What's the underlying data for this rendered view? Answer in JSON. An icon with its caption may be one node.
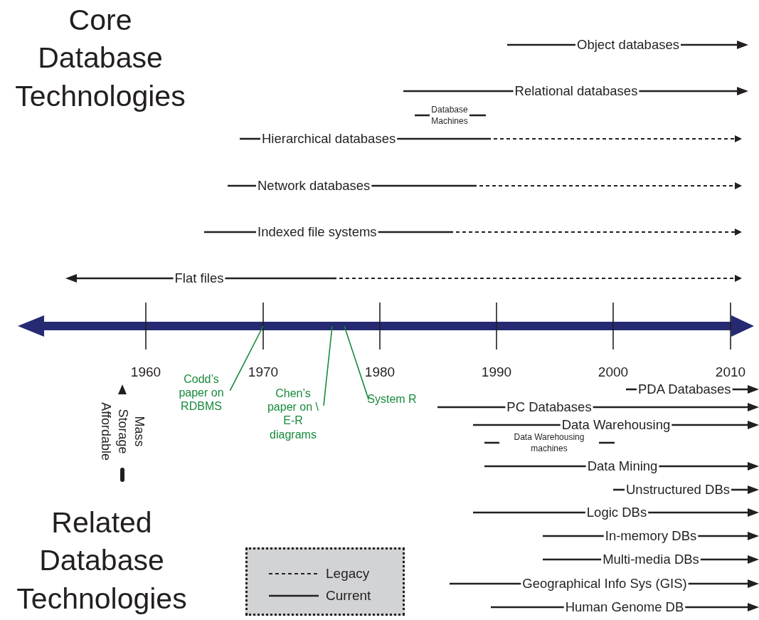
{
  "diagram": {
    "title": "Core Database Technologies",
    "nodes": [
      {
        "text": [
          "Codd’s paper on RDBMS"
        ]
      },
      {
        "text": [
          "Chen’s paper on \\ E-R diagrams"
        ]
      },
      {
        "text": [
          "System R"
        ]
      }
    ],
    "edges": [
      {
        "from": 0,
        "to": null,
        "arrow": "none"
      },
      {
        "from": 1,
        "to": null,
        "arrow": "none"
      },
      {
        "from": 2,
        "to": null,
        "arrow": "none"
      }
    ],
    "labels": [
      "Object databases",
      "Relational databases",
      "Database Machines",
      "Hierarchical databases",
      "Network databases",
      "Indexed file systems",
      "Flat files",
      "1960",
      "1970",
      "1980",
      "1990",
      "2000",
      "2010",
      "Mass Storage Affordable",
      "PDA Databases",
      "PC Databases",
      "Data Warehousing",
      "Data Warehousing machines",
      "Data Mining",
      "Unstructured DBs",
      "Logic DBs",
      "In-memory DBs",
      "Multi-media DBs",
      "Geographical Info Sys (GIS)",
      "Human Genome DB",
      "Related Database Technologies"
    ],
    "legend": [
      {
        "text": "Legacy"
      },
      {
        "text": "Current"
      }
    ]
  }
}
